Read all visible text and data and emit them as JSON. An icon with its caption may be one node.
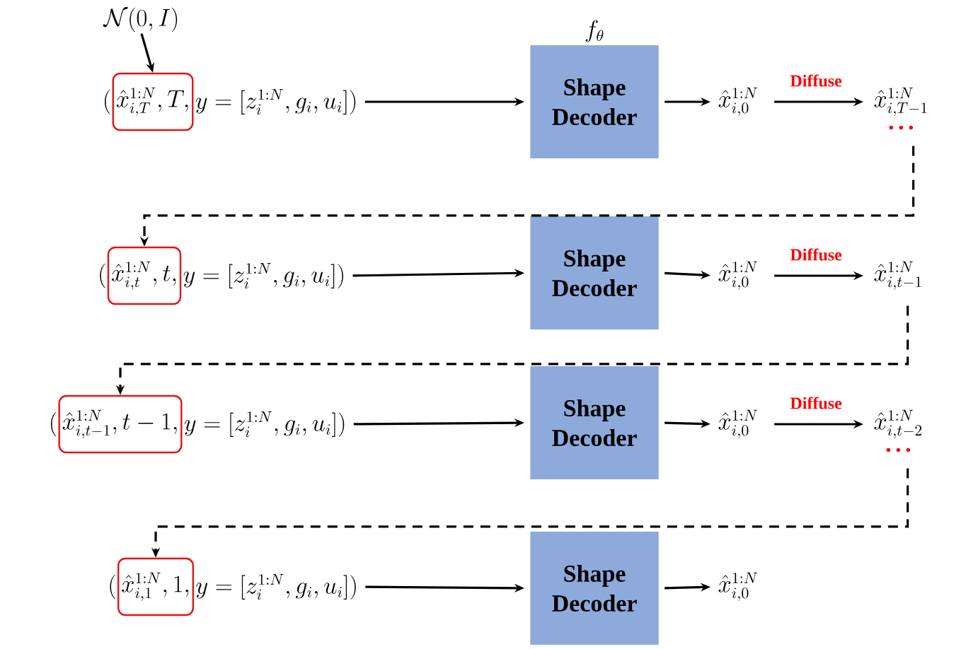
{
  "diagram": {
    "nodes": [
      {
        "text": [
          "\\mathcal{N}(0,I)"
        ]
      },
      {
        "text": [
          "\\hat{x}_{i,T}^{1:N}, T,"
        ]
      },
      {
        "text": [
          "y = [z_i^{1:N}, g_i, u_i])"
        ]
      },
      {
        "text": [
          "Shape Decoder"
        ],
        "beside": [
          "f_\\theta"
        ]
      },
      {
        "text": [
          "\\hat{x}_{i,0}^{1:N}"
        ]
      },
      {
        "text": [
          "\\hat{x}_{i,T-1}^{1:N}"
        ]
      },
      {
        "text": [
          "\\hat{x}_{i,t}^{1:N}, t,"
        ]
      },
      {
        "text": [
          "y = [z_i^{1:N}, g_i, u_i])"
        ]
      },
      {
        "text": [
          "Shape Decoder"
        ]
      },
      {
        "text": [
          "\\hat{x}_{i,0}^{1:N}"
        ]
      },
      {
        "text": [
          "\\hat{x}_{i,t-1}^{1:N}"
        ]
      },
      {
        "text": [
          "\\hat{x}_{i,t-1}^{1:N}, t-1,"
        ]
      },
      {
        "text": [
          "y = [z_i^{1:N}, g_i, u_i])"
        ]
      },
      {
        "text": [
          "Shape Decoder"
        ]
      },
      {
        "text": [
          "\\hat{x}_{i,0}^{1:N}"
        ]
      },
      {
        "text": [
          "\\hat{x}_{i,t-2}^{1:N}"
        ]
      },
      {
        "text": [
          "\\hat{x}_{i,1}^{1:N}, 1,"
        ]
      },
      {
        "text": [
          "y = [z_i^{1:N}, g_i, u_i])"
        ]
      },
      {
        "text": [
          "Shape Decoder"
        ]
      },
      {
        "text": [
          "\\hat{x}_{i,0}^{1:N}"
        ]
      }
    ],
    "edges": [
      {
        "from": 0,
        "to": 1,
        "arrow": "to"
      },
      {
        "from": 2,
        "to": 3,
        "arrow": "to"
      },
      {
        "from": 3,
        "to": 4,
        "arrow": "to"
      },
      {
        "from": 4,
        "to": 5,
        "arrow": "to",
        "label": "Diffuse"
      },
      {
        "from": 5,
        "to": 6,
        "arrow": "to",
        "style": "dashed"
      },
      {
        "from": 7,
        "to": 8,
        "arrow": "to"
      },
      {
        "from": 8,
        "to": 9,
        "arrow": "to"
      },
      {
        "from": 9,
        "to": 10,
        "arrow": "to",
        "label": "Diffuse"
      },
      {
        "from": 10,
        "to": 11,
        "arrow": "to",
        "style": "dashed"
      },
      {
        "from": 12,
        "to": 13,
        "arrow": "to"
      },
      {
        "from": 13,
        "to": 14,
        "arrow": "to"
      },
      {
        "from": 14,
        "to": 15,
        "arrow": "to",
        "label": "Diffuse"
      },
      {
        "from": 15,
        "to": 16,
        "arrow": "to",
        "style": "dashed"
      },
      {
        "from": 17,
        "to": 18,
        "arrow": "to"
      },
      {
        "from": 18,
        "to": 19,
        "arrow": "to"
      }
    ],
    "labels": [
      "(",
      "(",
      "(",
      "("
    ]
  }
}
